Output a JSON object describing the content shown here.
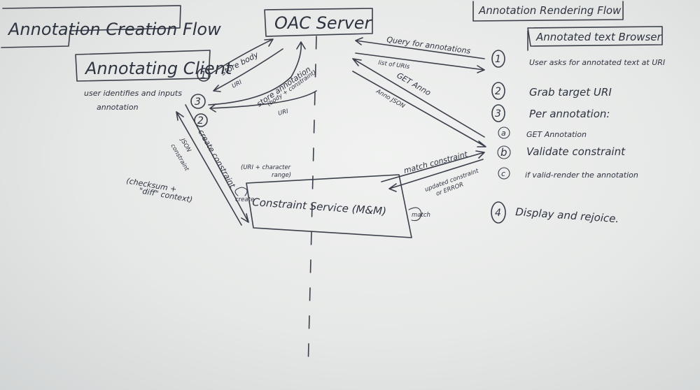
{
  "left": {
    "heading": "Annotation Creation Flow",
    "client_title": "Annotating Client",
    "client_desc_line1": "user identifies and inputs",
    "client_desc_line2": "annotation",
    "step1": "1",
    "step2": "2",
    "step3": "3",
    "store_body": "store body",
    "uri_1": "URI",
    "store_annotation": "store annotation",
    "body_constraint": "(body + constraint)",
    "uri_2": "URI",
    "create_constraint": "create constraint",
    "uri_char_range_1": "(URI + character",
    "uri_char_range_2": "range)",
    "json_constraint_1": "JSON",
    "json_constraint_2": "constraint",
    "checksum_1": "(checksum +",
    "checksum_2": "\"diff\" context)",
    "create_short": "create"
  },
  "center": {
    "server": "OAC Server",
    "constraint_service": "Constraint Service (M&M)",
    "match": "match",
    "match_constraint": "match constraint",
    "updated_constraint_1": "updated constraint",
    "updated_constraint_2": "or ERROR"
  },
  "right": {
    "heading": "Annotation Rendering Flow",
    "browser_title": "Annotated text Browser",
    "query": "Query for annotations",
    "list_uris": "list of URIs",
    "get_anno": "GET Anno",
    "anno_json": "Anno JSON",
    "steps": [
      {
        "num": "1",
        "text": "User asks for annotated text at URI"
      },
      {
        "num": "2",
        "text": "Grab target URI"
      },
      {
        "num": "3",
        "text": "Per annotation:"
      },
      {
        "num": "4",
        "text": "Display and rejoice."
      }
    ],
    "substeps": [
      {
        "letter": "a",
        "text": "GET Annotation"
      },
      {
        "letter": "b",
        "text": "Validate constraint"
      },
      {
        "letter": "c",
        "text": "if valid-render the annotation"
      }
    ]
  }
}
